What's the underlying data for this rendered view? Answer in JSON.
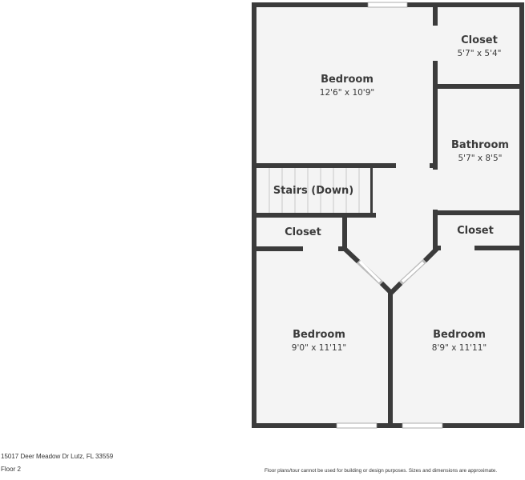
{
  "floorplan": {
    "rooms": [
      {
        "name": "Bedroom",
        "dims": "12'6\" x 10'9\""
      },
      {
        "name": "Closet",
        "dims": "5'7\" x 5'4\""
      },
      {
        "name": "Bathroom",
        "dims": "5'7\" x 8'5\""
      },
      {
        "name": "Stairs (Down)"
      },
      {
        "name": "Closet"
      },
      {
        "name": "Closet"
      },
      {
        "name": "Bedroom",
        "dims": "9'0\" x 11'11\""
      },
      {
        "name": "Bedroom",
        "dims": "8'9\" x 11'11\""
      }
    ],
    "colors": {
      "wall": "#3b3b3b",
      "floor": "#f4f4f4"
    }
  },
  "footer": {
    "address": "15017 Deer Meadow Dr Lutz, FL 33559",
    "floor": "Floor 2",
    "disclaimer": "Floor plans/tour cannot be used for building or design purposes. Sizes and dimensions are approximate."
  }
}
